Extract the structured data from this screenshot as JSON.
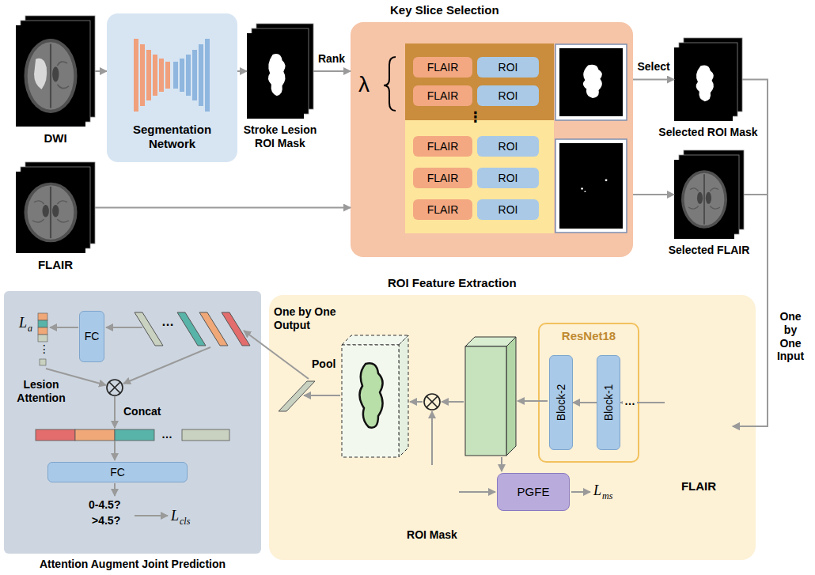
{
  "diagram": {
    "nodes": [
      {
        "text": [
          "DWI"
        ]
      },
      {
        "text": [
          "Segmentation Network"
        ]
      },
      {
        "text": [
          "Stroke Lesion ROI Mask"
        ]
      },
      {
        "text": [
          "Key Slice Selection"
        ]
      },
      {
        "text": [
          "FLAIR"
        ],
        "in": 3
      },
      {
        "text": [
          "ROI"
        ],
        "in": 3
      },
      {
        "text": [
          "FLAIR"
        ],
        "in": 3
      },
      {
        "text": [
          "ROI"
        ],
        "in": 3
      },
      {
        "text": [
          "FLAIR"
        ],
        "in": 3
      },
      {
        "text": [
          "ROI"
        ],
        "in": 3
      },
      {
        "text": [
          "FLAIR"
        ],
        "in": 3
      },
      {
        "text": [
          "ROI"
        ],
        "in": 3
      },
      {
        "text": [
          "FLAIR"
        ],
        "in": 3
      },
      {
        "text": [
          "ROI"
        ],
        "in": 3
      },
      {
        "text": [
          "Selected ROI Mask"
        ]
      },
      {
        "text": [
          "FLAIR"
        ]
      },
      {
        "text": [
          "Selected FLAIR"
        ]
      },
      {
        "text": [
          "ROI Feature Extraction"
        ]
      },
      {
        "text": [
          "ResNet18"
        ],
        "in": 17
      },
      {
        "text": [
          "Block-2"
        ],
        "in": 18
      },
      {
        "text": [
          "Block-1"
        ],
        "in": 18
      },
      {
        "text": [
          "FLAIR"
        ],
        "in": 17
      },
      {
        "text": [
          "ROI Mask"
        ],
        "in": 17
      },
      {
        "text": [
          "PGFE"
        ],
        "in": 17
      },
      {
        "text": [
          "Attention Augment Joint Prediction"
        ]
      },
      {
        "text": [
          "FC"
        ],
        "in": 24
      },
      {
        "text": [
          "FC"
        ],
        "in": 24
      }
    ],
    "edges": [
      {
        "from": 0,
        "to": 1,
        "arrow": "to"
      },
      {
        "from": 1,
        "to": 2,
        "arrow": "to"
      },
      {
        "from": 2,
        "to": 3,
        "label": "Rank",
        "arrow": "to"
      },
      {
        "from": 15,
        "to": 3,
        "arrow": "to"
      },
      {
        "from": 3,
        "to": 14,
        "label": "Select",
        "arrow": "to"
      },
      {
        "from": 3,
        "to": 16,
        "arrow": "to"
      },
      {
        "from": 14,
        "to": 21,
        "arrow": "to"
      },
      {
        "from": 16,
        "to": 21,
        "label": "One by One Input",
        "arrow": "to"
      },
      {
        "from": 21,
        "to": 20,
        "label": "…",
        "arrow": "to"
      },
      {
        "from": 20,
        "to": 19,
        "arrow": "to"
      }
    ],
    "labels": [
      "λ",
      "⋮",
      "Pool",
      "One by One Output",
      "L",
      "ms",
      "L",
      "a",
      "⋮",
      "Lesion Attention",
      "…",
      "Concat",
      "…",
      "0-4.5?",
      ">4.5?",
      "L",
      "cls"
    ]
  }
}
